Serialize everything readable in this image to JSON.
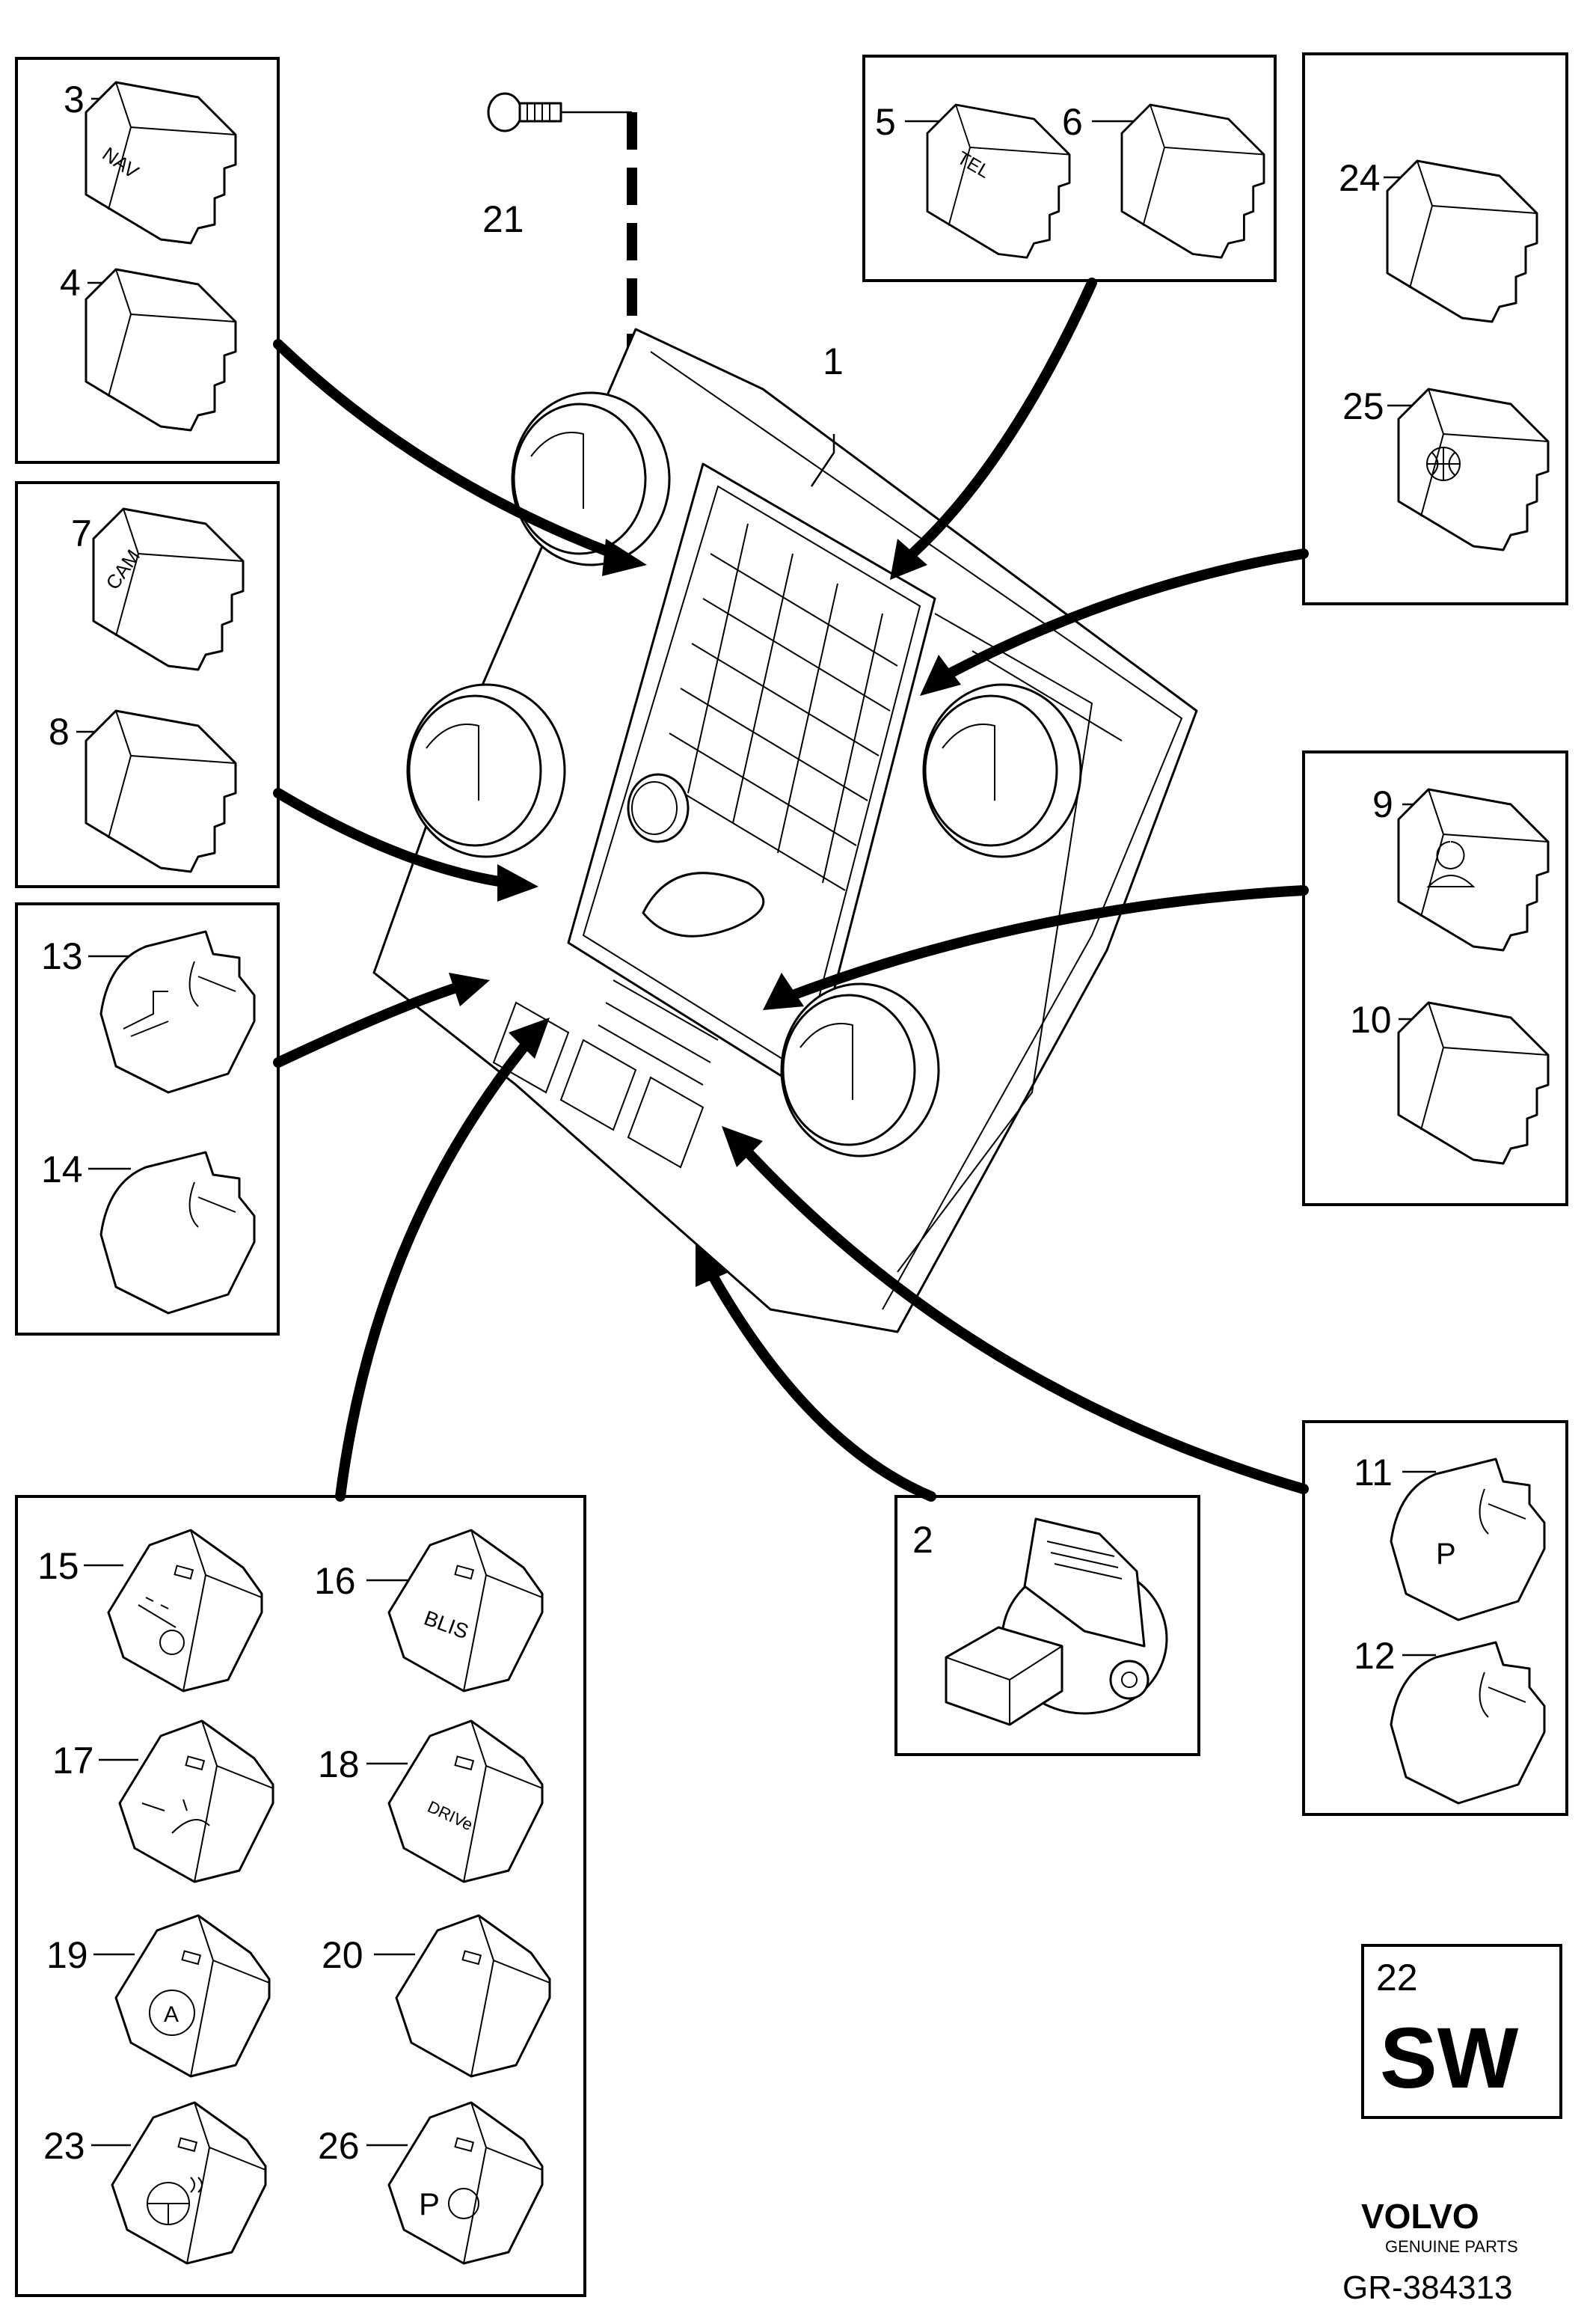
{
  "diagram_id": "GR-384313",
  "brand": {
    "name": "VOLVO",
    "tagline": "GENUINE PARTS"
  },
  "sw_box": {
    "number": "22",
    "text": "SW"
  },
  "callouts": {
    "p1": "1",
    "p2": "2",
    "p3": "3",
    "p4": "4",
    "p5": "5",
    "p6": "6",
    "p7": "7",
    "p8": "8",
    "p9": "9",
    "p10": "10",
    "p11": "11",
    "p12": "12",
    "p13": "13",
    "p14": "14",
    "p15": "15",
    "p16": "16",
    "p17": "17",
    "p18": "18",
    "p19": "19",
    "p20": "20",
    "p21": "21",
    "p23": "23",
    "p24": "24",
    "p25": "25",
    "p26": "26"
  },
  "button_labels": {
    "nav": "NAV",
    "tel": "TEL",
    "cam": "CAM",
    "blis": "BLIS",
    "drive": "DRIVe"
  }
}
